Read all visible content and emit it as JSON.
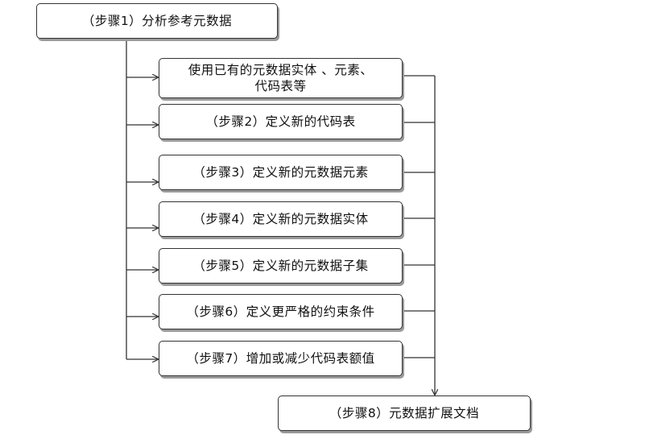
{
  "diagram": {
    "step1": "（步骤1）分析参考元数据",
    "existing_line1": "使用已有的元数据实体 、元素、",
    "existing_line2": "代码表等",
    "step2": "（步骤2）定义新的代码表",
    "step3": "（步骤3）定义新的元数据元素",
    "step4": "（步骤4）定义新的元数据实体",
    "step5": "（步骤5）定义新的元数据子集",
    "step6": "（步骤6）定义更严格的约束条件",
    "step7": "（步骤7）增加或减少代码表额值",
    "step8": "（步骤8）元数据扩展文档"
  },
  "colors": {
    "line": "#333333",
    "box_border": "#333333",
    "shadow": "#9a9a9a",
    "text": "#111111"
  }
}
